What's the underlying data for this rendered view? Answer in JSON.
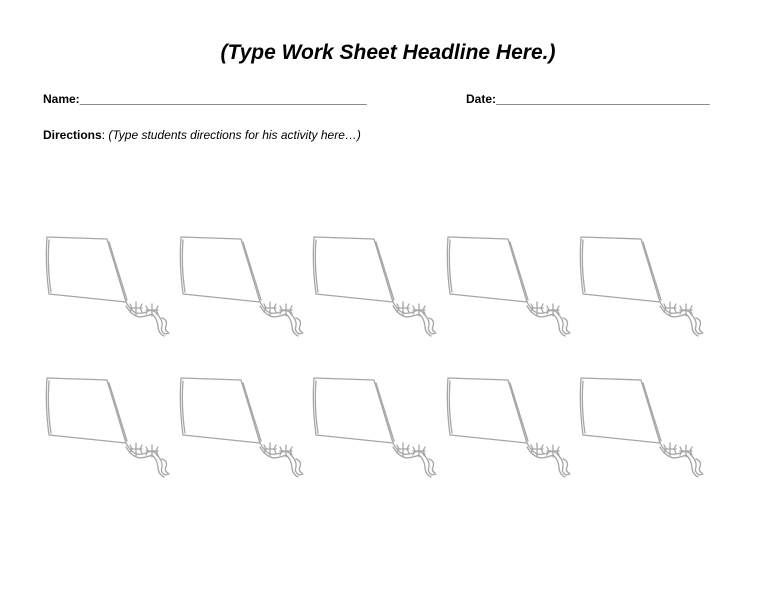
{
  "worksheet": {
    "headline": "(Type Work Sheet Headline Here.)",
    "name_label": "Name:",
    "name_line": "___________________________________________",
    "date_label": "Date:",
    "date_line": "________________________________",
    "directions_label": "Directions",
    "directions_sep": ": ",
    "directions_text": "(Type students directions for his activity here…)"
  },
  "kites": {
    "rows": 2,
    "columns": 5,
    "count": 10,
    "icon": "kite-outline-icon",
    "stroke_color": "#a6a6a6"
  }
}
